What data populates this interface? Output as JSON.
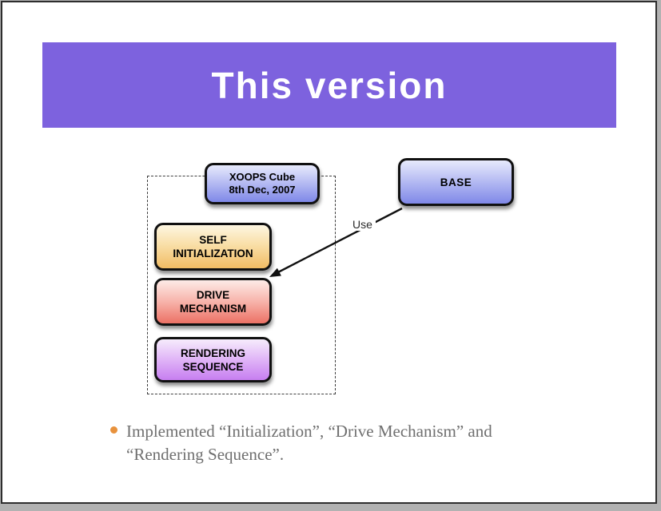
{
  "slide": {
    "title": "This version"
  },
  "colors": {
    "banner_background": "#7d62de",
    "title_text": "#ffffff",
    "bullet_marker": "#e8923d",
    "bullet_text": "#6f6f6f",
    "box_blue_top": "#e7eafc",
    "box_blue_bottom": "#7f88e8",
    "box_orange_top": "#fdf6e1",
    "box_orange_bottom": "#f1bc64",
    "box_red_top": "#fdebe7",
    "box_red_bottom": "#ec7165",
    "box_purple_top": "#f6ecfc",
    "box_purple_bottom": "#c77ef0"
  },
  "diagram": {
    "xoops_box": {
      "line1": "XOOPS Cube",
      "line2": "8th Dec, 2007"
    },
    "base_box": {
      "label": "BASE"
    },
    "self_box": {
      "line1": "SELF",
      "line2": "INITIALIZATION"
    },
    "drive_box": {
      "line1": "DRIVE",
      "line2": "MECHANISM"
    },
    "render_box": {
      "line1": "RENDERING",
      "line2": "SEQUENCE"
    },
    "arrow_label": "Use"
  },
  "bullet": {
    "lines": [
      "Implemented “Initialization”, “Drive Mechanism” and",
      "“Rendering Sequence”."
    ]
  }
}
